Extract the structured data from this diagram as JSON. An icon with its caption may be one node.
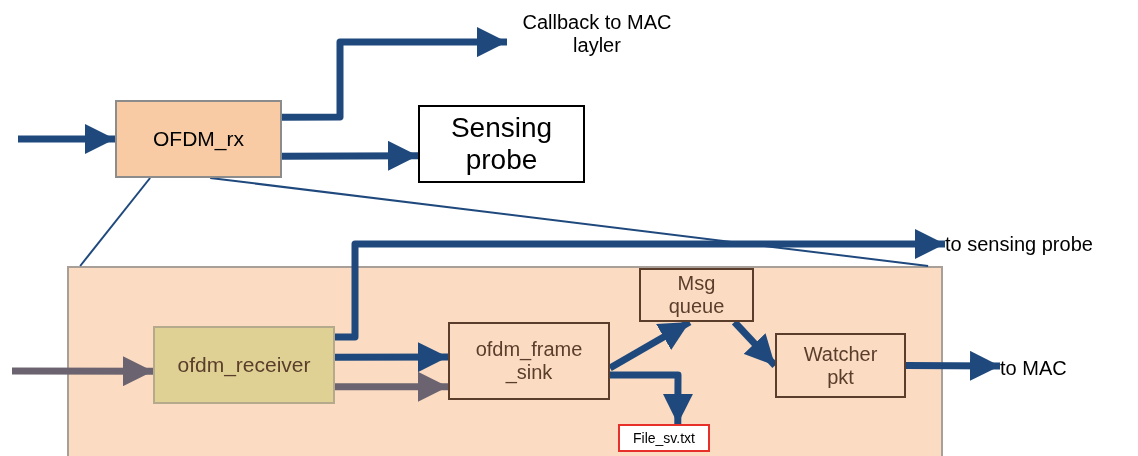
{
  "diagram": {
    "nodes": [
      {
        "text": [
          "OFDM_rx"
        ]
      },
      {
        "text": [
          "Callback to MAC layler"
        ]
      },
      {
        "text": [
          "Sensing probe"
        ]
      },
      {
        "text": [],
        "shape": "box"
      },
      {
        "text": [
          "ofdm_receiver"
        ],
        "in": 3
      },
      {
        "text": [
          "ofdm_frame _sink"
        ],
        "in": 3
      },
      {
        "text": [
          "Msg queue"
        ],
        "in": 3
      },
      {
        "text": [
          "Watcher pkt"
        ],
        "in": 3
      },
      {
        "text": [
          "File_sv.txt"
        ],
        "in": 3
      },
      {
        "text": [
          "to sensing probe"
        ]
      },
      {
        "text": [
          "to MAC"
        ]
      }
    ],
    "edges": [
      {
        "from": null,
        "to": 0,
        "arrow": "to"
      },
      {
        "from": 0,
        "to": 1,
        "arrow": "to"
      },
      {
        "from": 0,
        "to": 2,
        "arrow": "to"
      },
      {
        "from": 0,
        "to": 3,
        "arrow": "none"
      },
      {
        "from": 0,
        "to": 3,
        "arrow": "none"
      },
      {
        "from": null,
        "to": 4,
        "arrow": "to",
        "color": "#6b6470"
      },
      {
        "from": 4,
        "to": 9,
        "arrow": "to"
      },
      {
        "from": 4,
        "to": 5,
        "arrow": "to"
      },
      {
        "from": 4,
        "to": 5,
        "arrow": "to",
        "color": "#6b6470"
      },
      {
        "from": 5,
        "to": 6,
        "arrow": "to"
      },
      {
        "from": 5,
        "to": 8,
        "arrow": "to"
      },
      {
        "from": 6,
        "to": 7,
        "arrow": "to"
      },
      {
        "from": 7,
        "to": 10,
        "arrow": "to"
      }
    ]
  }
}
